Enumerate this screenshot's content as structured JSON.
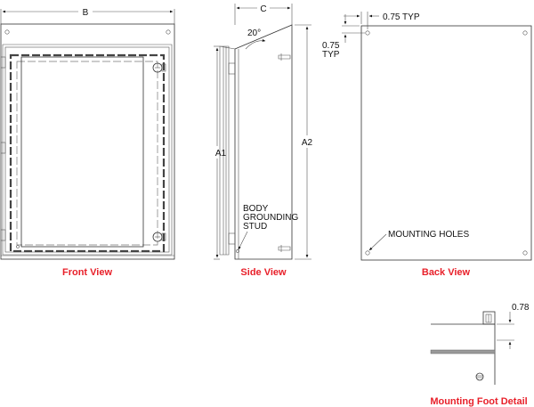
{
  "dimensions": {
    "b": "B",
    "c": "C",
    "a1": "A1",
    "a2": "A2",
    "angle": "20°",
    "typ_h": "0.75 TYP",
    "typ_v_value": "0.75",
    "typ_v_suffix": "TYP",
    "foot": "0.78"
  },
  "labels": {
    "body_grounding": [
      "BODY",
      "GROUNDING",
      "STUD"
    ],
    "mounting_holes": "MOUNTING HOLES"
  },
  "captions": {
    "front": "Front View",
    "side": "Side View",
    "back": "Back View",
    "foot_detail": "Mounting Foot Detail"
  },
  "colors": {
    "caption": "#e8202a",
    "line": "#333333"
  }
}
